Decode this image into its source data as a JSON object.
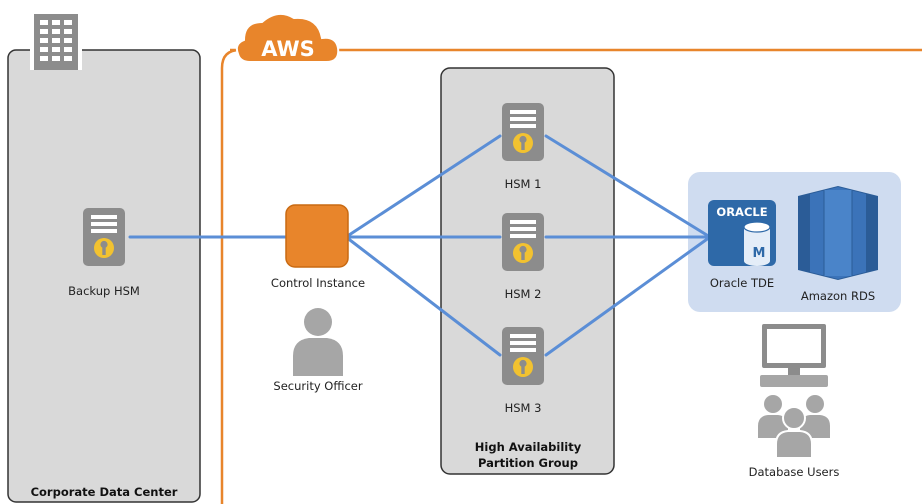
{
  "labels": {
    "aws": "AWS",
    "corporate_dc": "Corporate Data Center",
    "backup_hsm": "Backup HSM",
    "control_instance": "Control Instance",
    "security_officer": "Security Officer",
    "hsm1": "HSM 1",
    "hsm2": "HSM 2",
    "hsm3": "HSM 3",
    "ha_line1": "High Availability",
    "ha_line2": "Partition Group",
    "oracle_logo": "ORACLE",
    "oracle_m": "M",
    "oracle_tde": "Oracle TDE",
    "amazon_rds": "Amazon RDS",
    "database_users": "Database Users"
  },
  "icons": {
    "building": "building-icon",
    "hsm": "hsm-key-icon",
    "instance": "ec2-instance-icon",
    "user": "user-icon",
    "database": "database-icon",
    "rds": "rds-icon",
    "computer": "desktop-computer-icon",
    "users": "user-group-icon"
  },
  "colors": {
    "aws_orange": "#E8852B",
    "connector_blue": "#5B8ED6",
    "hsm_gray": "#8C8C8C",
    "key_yellow": "#F2C230",
    "panel_gray": "#D9D9D9",
    "db_panel_blue": "#CFDCF0",
    "oracle_blue": "#2E69A8",
    "rds_blue": "#3B73B9"
  }
}
